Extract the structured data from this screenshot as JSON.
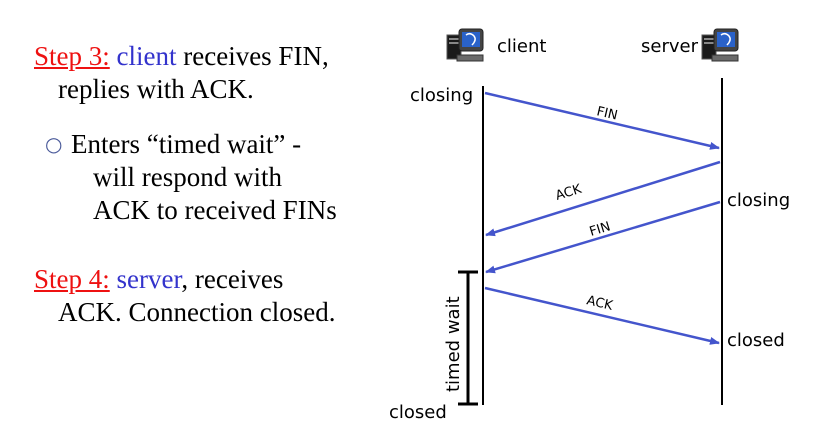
{
  "step3": {
    "label": "Step 3:",
    "actor": "client",
    "line1_rest": " receives FIN,",
    "line2": "replies with ACK."
  },
  "bullet": {
    "lines": [
      "Enters “timed wait” -",
      "will respond with",
      "ACK to received FINs"
    ]
  },
  "step4": {
    "label": "Step 4:",
    "actor": "server",
    "line1_rest": ", receives",
    "line2": "ACK.  Connection closed."
  },
  "diagram": {
    "client_label": "client",
    "server_label": "server",
    "client_states": {
      "closing": "closing",
      "closed": "closed"
    },
    "server_states": {
      "closing": "closing",
      "closed": "closed"
    },
    "timed_wait_label": "timed wait",
    "messages": [
      {
        "label": "FIN",
        "direction": "client-to-server"
      },
      {
        "label": "ACK",
        "direction": "server-to-client"
      },
      {
        "label": "FIN",
        "direction": "server-to-client"
      },
      {
        "label": "ACK",
        "direction": "client-to-server"
      }
    ],
    "arrow_color": "#4455cc",
    "icon": "computer-icon"
  }
}
